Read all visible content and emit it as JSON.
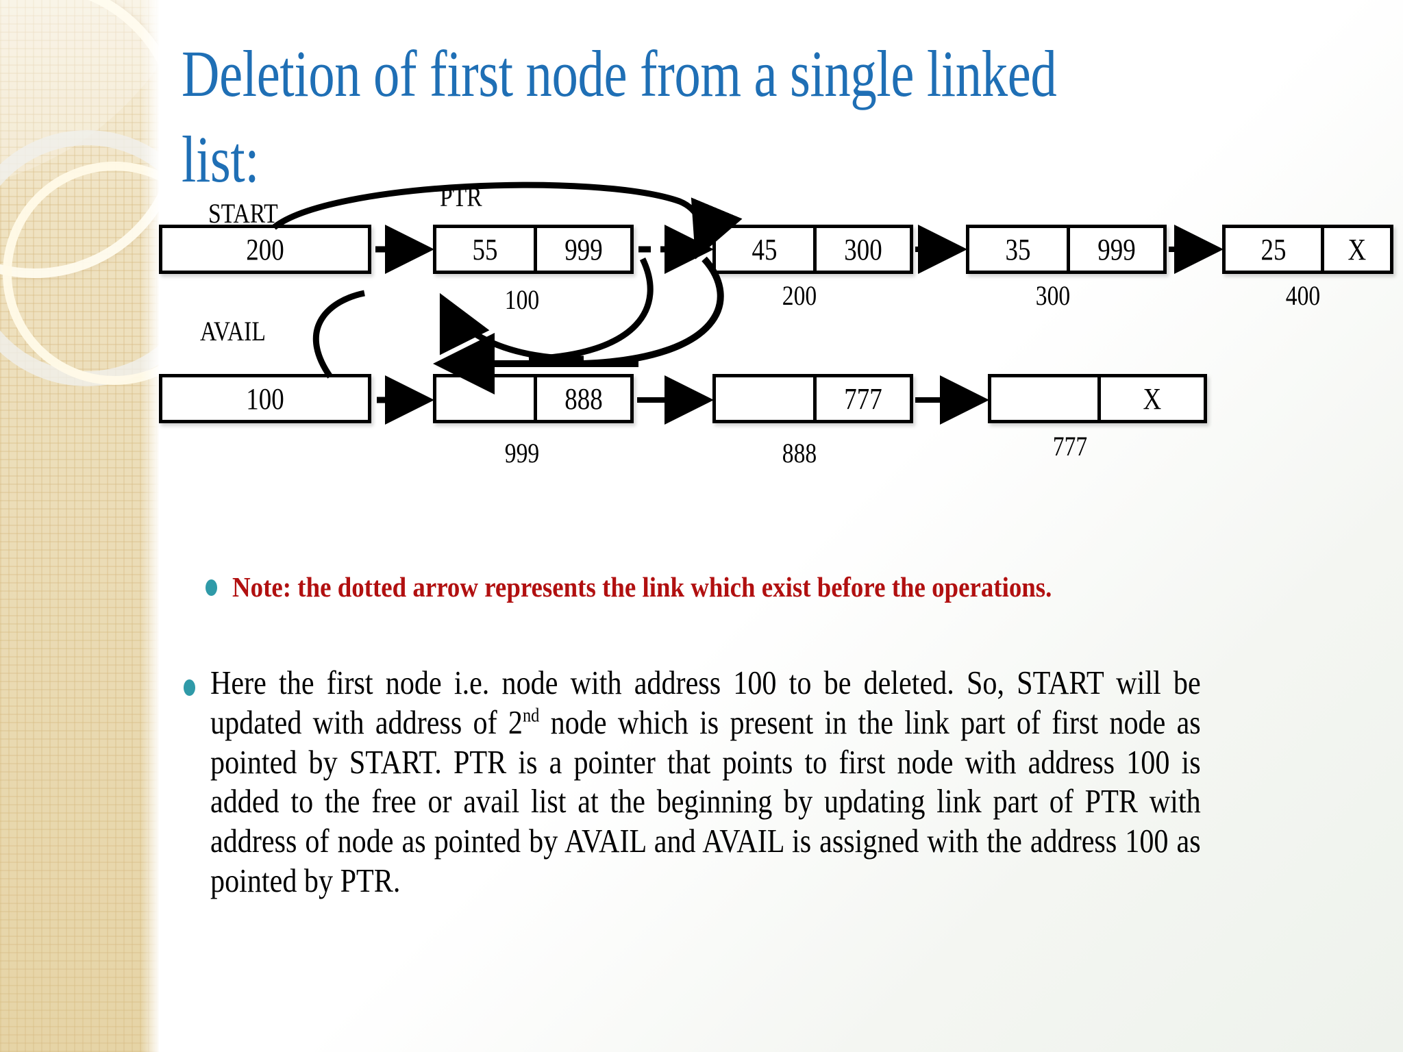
{
  "slide": {
    "title": "Deletion of first node from a single linked list:",
    "title_line1": "Deletion of first node from a single",
    "title_line2": "linked list:",
    "title_color": "#1f6fb5",
    "background_color": "#ffffff",
    "border_color": "#ecdcb4"
  },
  "diagram": {
    "labels": {
      "start": "START",
      "ptr": "PTR",
      "avail": "AVAIL"
    },
    "start_pointer_value": "200",
    "avail_pointer_value": "100",
    "list_row": {
      "nodes": [
        {
          "data": "55",
          "link": "999",
          "address": "100"
        },
        {
          "data": "45",
          "link": "300",
          "address": "200"
        },
        {
          "data": "35",
          "link": "999",
          "address": "300"
        },
        {
          "data": "25",
          "link": "X",
          "address": "400"
        }
      ]
    },
    "avail_row": {
      "nodes": [
        {
          "data": "",
          "link": "888",
          "address": "999"
        },
        {
          "data": "",
          "link": "777",
          "address": "888"
        },
        {
          "data": "",
          "link": "X",
          "address": "777"
        }
      ]
    },
    "arrows": {
      "dotted_meaning": "link which existed before the operation",
      "solid_meaning": "link after the operation"
    }
  },
  "bullets": {
    "note": "Note: the dotted arrow represents the link which exist before the operations.",
    "note_color": "#b11010",
    "bullet_color": "#2f9aa8",
    "body_part1": "Here the first node i.e. node with address 100 to be deleted. So, START will be updated with address of 2",
    "body_sup": "nd",
    "body_part2": " node which is present in the link part of first node as pointed by START. PTR is a pointer that points to first node with address 100 is added to the free or avail list at the beginning by updating link part of PTR with address of node as pointed by AVAIL and AVAIL is assigned with the address 100 as pointed by PTR."
  }
}
